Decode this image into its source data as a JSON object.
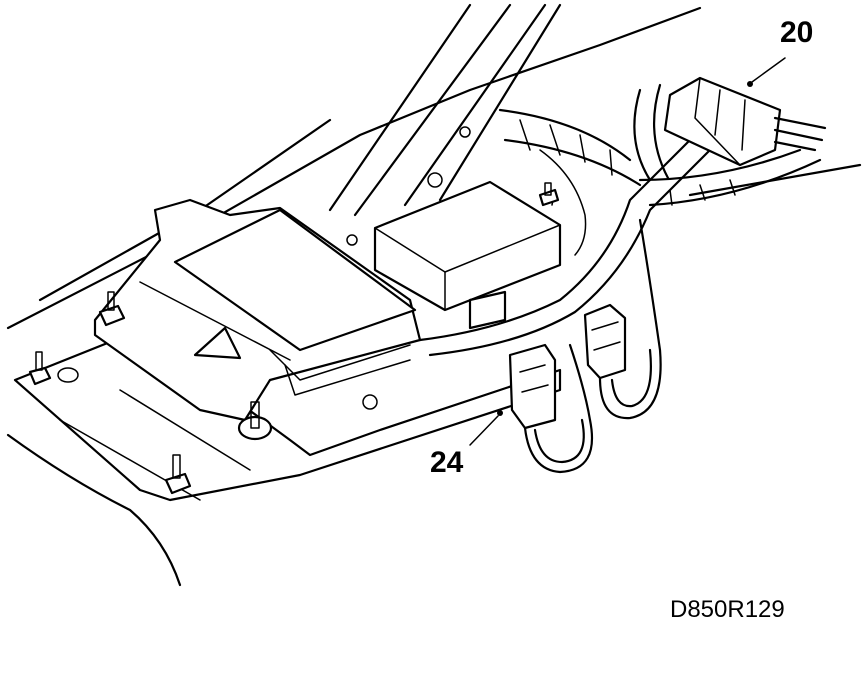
{
  "callouts": {
    "label_20": "20",
    "label_24": "24"
  },
  "drawing_code": "D850R129"
}
